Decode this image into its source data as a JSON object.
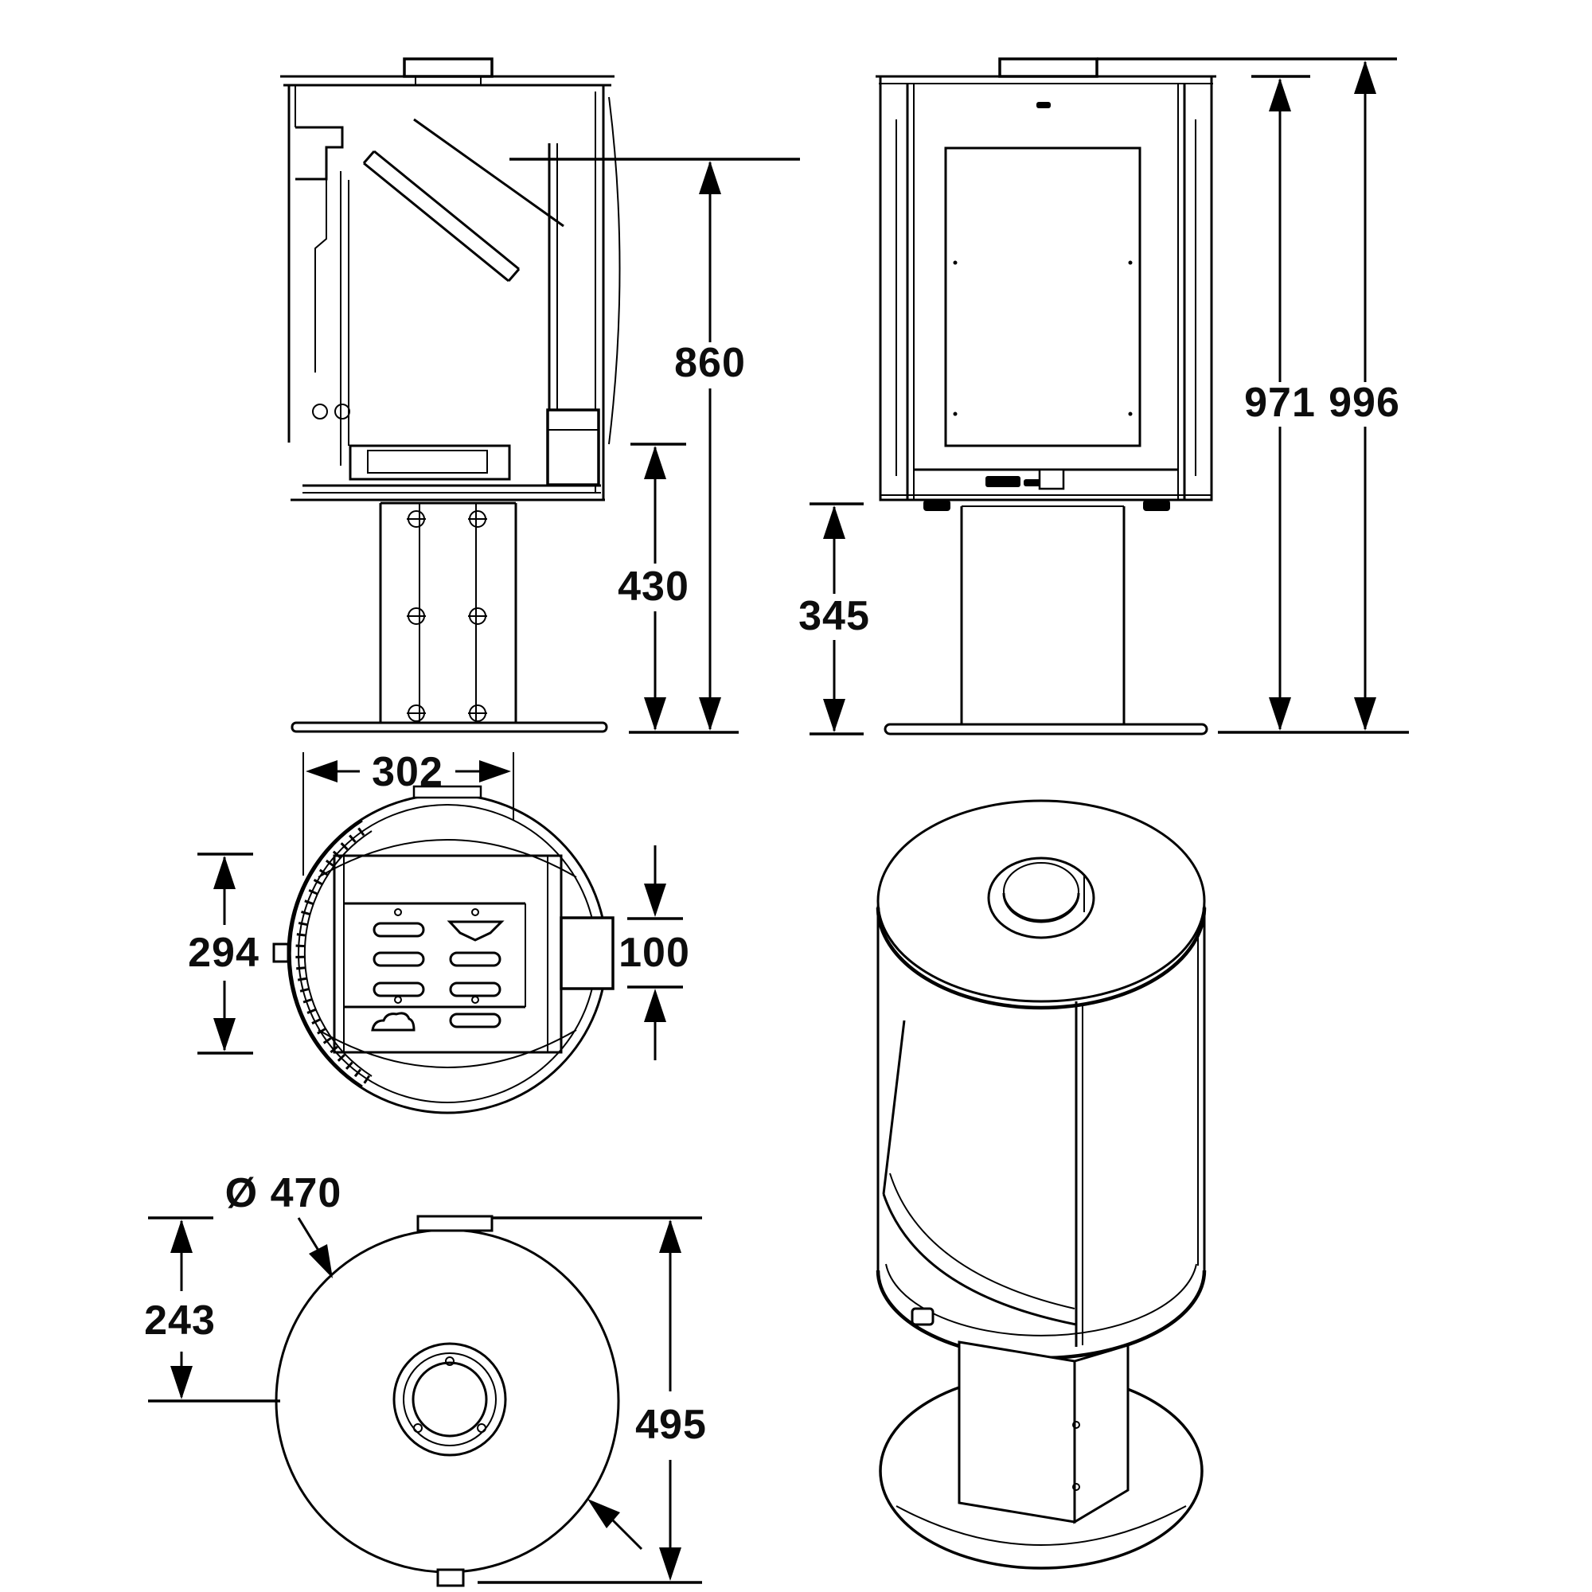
{
  "colors": {
    "background": "#ffffff",
    "line": "#000000",
    "text": "#0d0d0d"
  },
  "views": {
    "side_section": {
      "dim_overall_height": "860",
      "dim_lower_height": "430"
    },
    "front": {
      "dim_body_top_height": "971",
      "dim_overall_height": "996",
      "dim_under_body_height": "345"
    },
    "plan_section": {
      "dim_firebox_width": "302",
      "dim_firebox_depth": "294",
      "dim_flue_connector": "100"
    },
    "base_plan": {
      "dim_diameter": "Ø 470",
      "dim_centre_distance": "243",
      "dim_overall_depth": "495"
    }
  }
}
